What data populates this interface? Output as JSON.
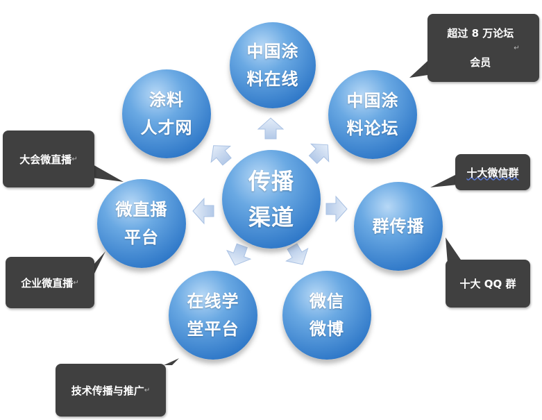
{
  "diagram": {
    "center": "传播\n渠道",
    "nodes": {
      "top": "中国涂\n料在线",
      "top_right": "中国涂\n料论坛",
      "right": "群传播",
      "bottom_right": "微信\n微博",
      "bottom": "在线学\n堂平台",
      "left": "微直播\n平台",
      "top_left": "涂料\n人才网"
    },
    "callouts": {
      "forum_members": "超过 8 万论坛\n会员",
      "wechat_groups": "十大微信群",
      "qq_groups": "十大 QQ 群",
      "conference_live": "大会微直播",
      "enterprise_live": "企业微直播",
      "tech_promotion": "技术传播与推广"
    },
    "return_mark": "↵"
  },
  "colors": {
    "node_blue": "#2f78c8",
    "node_highlight": "#b7d8f6",
    "callout_bg": "#404040",
    "arrow_fill": "#c9daf0"
  }
}
